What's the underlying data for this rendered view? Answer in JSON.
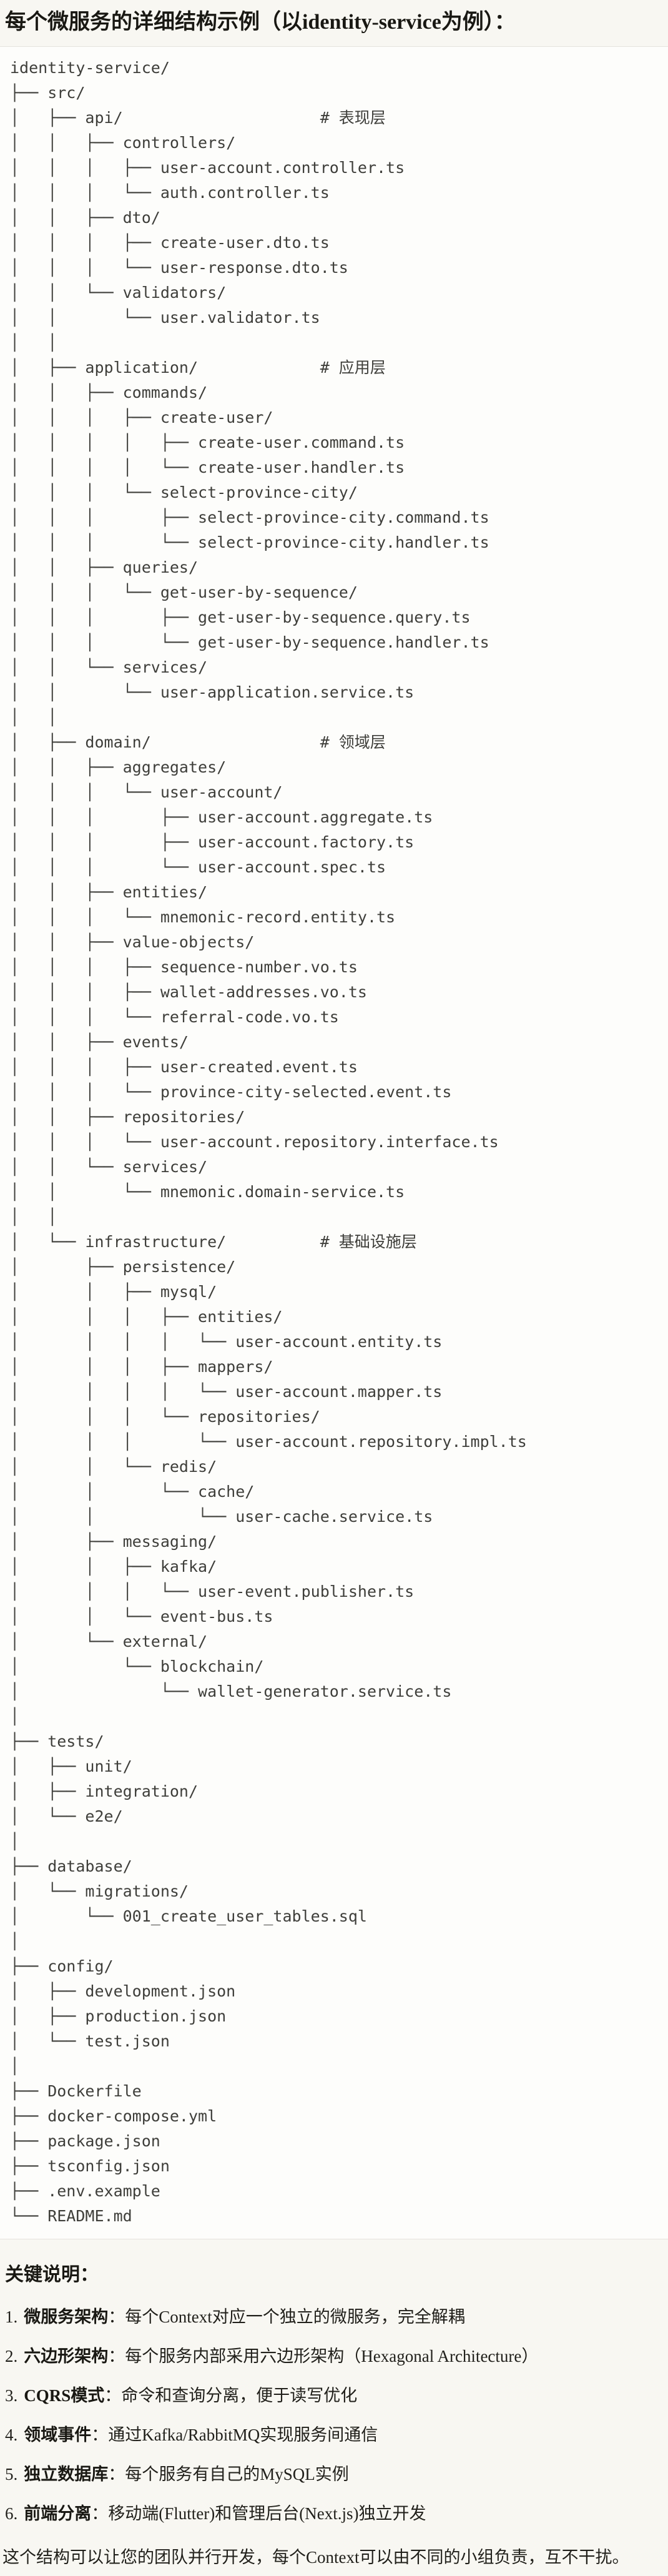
{
  "colors": {
    "page-bg": "#F8F7F2",
    "code-bg": "#FDFDFB",
    "code-border": "#E5E3DD",
    "heading-color": "#191813",
    "body-color": "#21201B",
    "tree-color": "#3E3E3A"
  },
  "header": {
    "title": "每个微服务的详细结构示例（以identity-service为例）："
  },
  "code_block": {
    "language": "text",
    "tree_lines": [
      "identity-service/",
      "├── src/",
      "│   ├── api/                     # 表现层",
      "│   │   ├── controllers/",
      "│   │   │   ├── user-account.controller.ts",
      "│   │   │   └── auth.controller.ts",
      "│   │   ├── dto/",
      "│   │   │   ├── create-user.dto.ts",
      "│   │   │   └── user-response.dto.ts",
      "│   │   └── validators/",
      "│   │       └── user.validator.ts",
      "│   │",
      "│   ├── application/             # 应用层",
      "│   │   ├── commands/",
      "│   │   │   ├── create-user/",
      "│   │   │   │   ├── create-user.command.ts",
      "│   │   │   │   └── create-user.handler.ts",
      "│   │   │   └── select-province-city/",
      "│   │   │       ├── select-province-city.command.ts",
      "│   │   │       └── select-province-city.handler.ts",
      "│   │   ├── queries/",
      "│   │   │   └── get-user-by-sequence/",
      "│   │   │       ├── get-user-by-sequence.query.ts",
      "│   │   │       └── get-user-by-sequence.handler.ts",
      "│   │   └── services/",
      "│   │       └── user-application.service.ts",
      "│   │",
      "│   ├── domain/                  # 领域层",
      "│   │   ├── aggregates/",
      "│   │   │   └── user-account/",
      "│   │   │       ├── user-account.aggregate.ts",
      "│   │   │       ├── user-account.factory.ts",
      "│   │   │       └── user-account.spec.ts",
      "│   │   ├── entities/",
      "│   │   │   └── mnemonic-record.entity.ts",
      "│   │   ├── value-objects/",
      "│   │   │   ├── sequence-number.vo.ts",
      "│   │   │   ├── wallet-addresses.vo.ts",
      "│   │   │   └── referral-code.vo.ts",
      "│   │   ├── events/",
      "│   │   │   ├── user-created.event.ts",
      "│   │   │   └── province-city-selected.event.ts",
      "│   │   ├── repositories/",
      "│   │   │   └── user-account.repository.interface.ts",
      "│   │   └── services/",
      "│   │       └── mnemonic.domain-service.ts",
      "│   │",
      "│   └── infrastructure/          # 基础设施层",
      "│       ├── persistence/",
      "│       │   ├── mysql/",
      "│       │   │   ├── entities/",
      "│       │   │   │   └── user-account.entity.ts",
      "│       │   │   ├── mappers/",
      "│       │   │   │   └── user-account.mapper.ts",
      "│       │   │   └── repositories/",
      "│       │   │       └── user-account.repository.impl.ts",
      "│       │   └── redis/",
      "│       │       └── cache/",
      "│       │           └── user-cache.service.ts",
      "│       ├── messaging/",
      "│       │   ├── kafka/",
      "│       │   │   └── user-event.publisher.ts",
      "│       │   └── event-bus.ts",
      "│       └── external/",
      "│           └── blockchain/",
      "│               └── wallet-generator.service.ts",
      "│",
      "├── tests/",
      "│   ├── unit/",
      "│   ├── integration/",
      "│   └── e2e/",
      "│",
      "├── database/",
      "│   └── migrations/",
      "│       └── 001_create_user_tables.sql",
      "│",
      "├── config/",
      "│   ├── development.json",
      "│   ├── production.json",
      "│   └── test.json",
      "│",
      "├── Dockerfile",
      "├── docker-compose.yml",
      "├── package.json",
      "├── tsconfig.json",
      "├── .env.example",
      "└── README.md"
    ]
  },
  "notes": {
    "heading": "关键说明：",
    "items": [
      {
        "num": "1.",
        "term": "微服务架构",
        "desc": "：每个Context对应一个独立的微服务，完全解耦"
      },
      {
        "num": "2.",
        "term": "六边形架构",
        "desc": "：每个服务内部采用六边形架构（Hexagonal Architecture）"
      },
      {
        "num": "3.",
        "term": "CQRS模式",
        "desc": "：命令和查询分离，便于读写优化"
      },
      {
        "num": "4.",
        "term": "领域事件",
        "desc": "：通过Kafka/RabbitMQ实现服务间通信"
      },
      {
        "num": "5.",
        "term": "独立数据库",
        "desc": "：每个服务有自己的MySQL实例"
      },
      {
        "num": "6.",
        "term": "前端分离",
        "desc": "：移动端(Flutter)和管理后台(Next.js)独立开发"
      }
    ],
    "footer": "这个结构可以让您的团队并行开发，每个Context可以由不同的小组负责，互不干扰。"
  }
}
